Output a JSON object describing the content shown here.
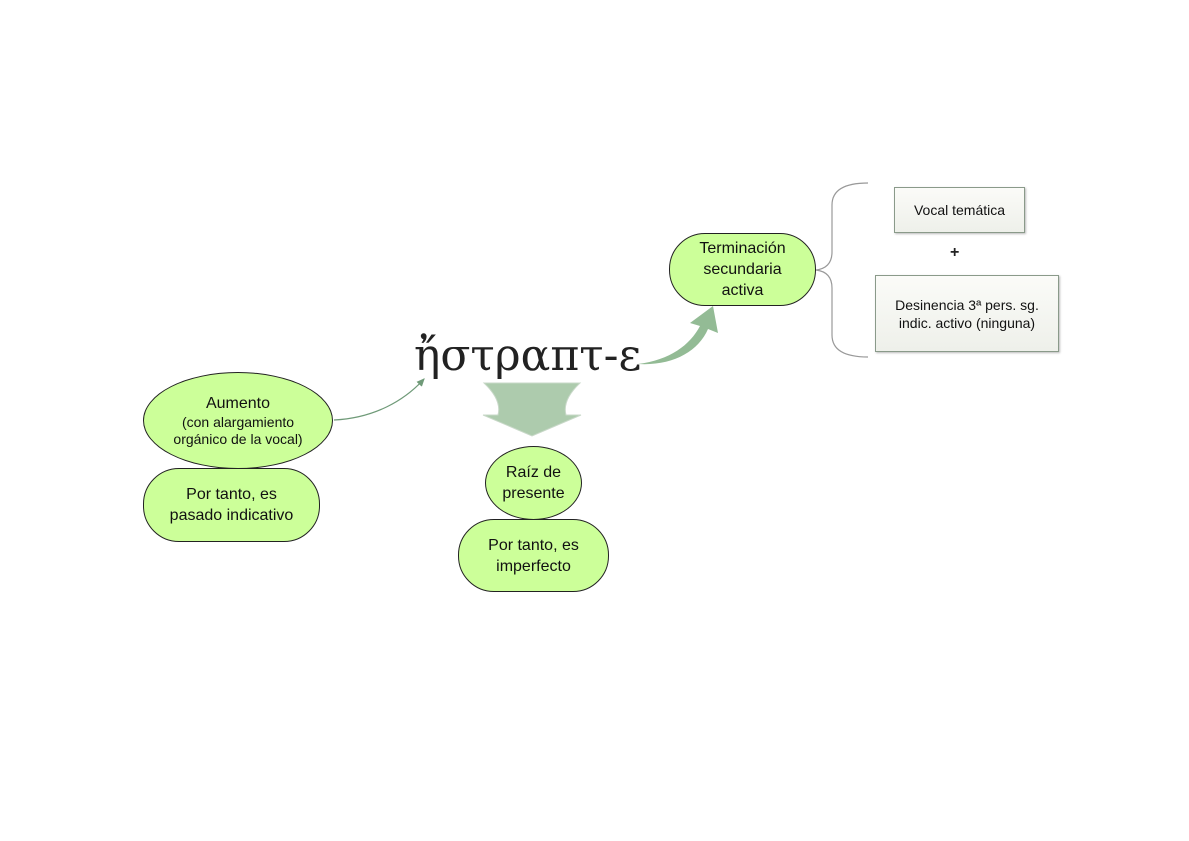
{
  "center_word": "ἤστραπτ-ε",
  "nodes": {
    "aumento": {
      "title": "Aumento",
      "subtitle": "(con alargamiento orgánico de la vocal)"
    },
    "pasado": "Por tanto, es pasado indicativo",
    "raiz": "Raíz de presente",
    "imperfecto": "Por tanto, es imperfecto",
    "terminacion": "Terminación secundaria activa",
    "vocal": "Vocal temática",
    "plus": "+",
    "desinencia": "Desinencia 3ª pers. sg. indic. activo (ninguna)"
  },
  "colors": {
    "node_fill": "#ccff99",
    "arrow": "#9fc19f"
  }
}
